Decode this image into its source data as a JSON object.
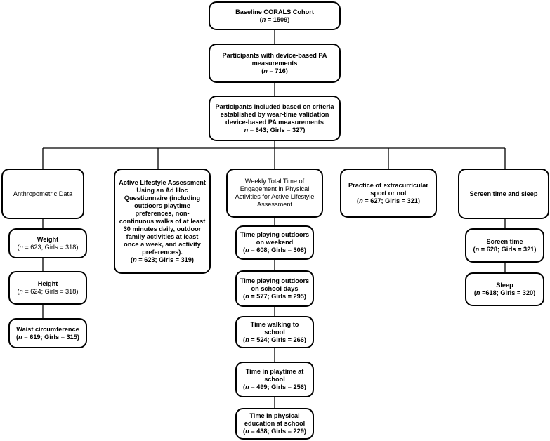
{
  "boxes": {
    "baseline": {
      "title": "Baseline CORALS Cohort",
      "count": "(n = 1509)"
    },
    "device": {
      "title": "Participants with device-based PA measurements",
      "count": "(n = 716)"
    },
    "included": {
      "title": "Participants included based on criteria established by wear-time validation device-based PA measurements",
      "count": "n = 643; Girls = 327)"
    },
    "anthro": {
      "title": "Anthropometric Data",
      "count": ""
    },
    "weight": {
      "title": "Weight",
      "count": "(n = 623; Girls = 318)"
    },
    "height": {
      "title": "Height",
      "count": "(n = 624; Girls = 318)"
    },
    "waist": {
      "title": "Waist circumference",
      "count": "(n = 619; Girls = 315)"
    },
    "lifestyle": {
      "title": "Active Lifestyle Assessment Using an Ad Hoc Questionnaire (including outdoors playtime preferences, non-continuous walks of at least 30 minutes daily, outdoor family activities at least once a week, and activity preferences).",
      "count": "(n = 623; Girls = 319)"
    },
    "weekly": {
      "title": "Weekly Total Time of Engagement in Physical Activities for Active Lifestyle Assessment",
      "count": ""
    },
    "outdoor_weekend": {
      "title": "Time playing outdoors on weekend",
      "count": "(n = 608; Girls = 308)"
    },
    "outdoor_school": {
      "title": "Time playing outdoors on school days",
      "count": "(n = 577; Girls = 295)"
    },
    "walking": {
      "title": "Time walking to school",
      "count": "(n = 524; Girls = 266)"
    },
    "playtime": {
      "title": "Time in playtime at school",
      "count": "(n = 499; Girls = 256)"
    },
    "pe": {
      "title": "Time in physical education at school",
      "count": "(n = 438; Girls = 229)"
    },
    "sport": {
      "title": "Practice of extracurricular sport or not",
      "count": "(n = 627; Girls = 321)"
    },
    "screen_sleep": {
      "title": "Screen time and sleep",
      "count": ""
    },
    "screen": {
      "title": "Screen time",
      "count": "(n = 628; Girls = 321)"
    },
    "sleep": {
      "title": "Sleep",
      "count": "(n =618; Girls = 320)"
    }
  }
}
